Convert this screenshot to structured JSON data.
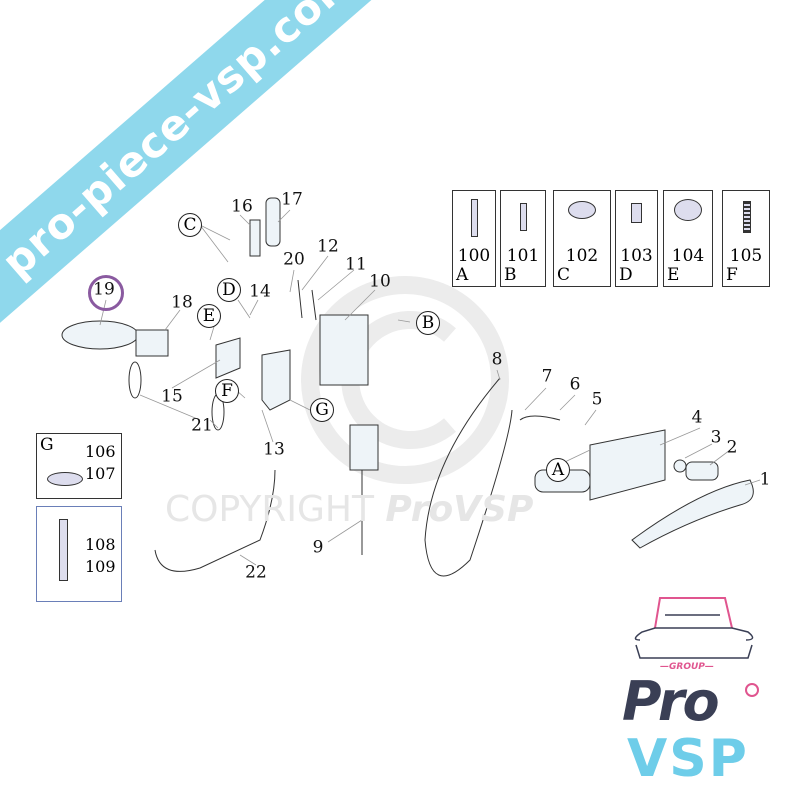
{
  "watermark": {
    "url": "pro-piece-vsp.com",
    "copyright": "COPYRIGHT",
    "brand": "ProVSP"
  },
  "part_labels": [
    "1",
    "2",
    "3",
    "4",
    "5",
    "6",
    "7",
    "8",
    "9",
    "10",
    "11",
    "12",
    "13",
    "14",
    "15",
    "16",
    "17",
    "18",
    "19",
    "20",
    "21",
    "22"
  ],
  "fastener_refs": {
    "A": "A",
    "B": "B",
    "C": "C",
    "D": "D",
    "E": "E",
    "F": "F",
    "G": "G"
  },
  "fastener_table": [
    {
      "number": "100",
      "letter": "A"
    },
    {
      "number": "101",
      "letter": "B"
    },
    {
      "number": "102",
      "letter": "C"
    },
    {
      "number": "103",
      "letter": "D"
    },
    {
      "number": "104",
      "letter": "E"
    },
    {
      "number": "105",
      "letter": "F"
    }
  ],
  "side_boxes": [
    {
      "letter": "G",
      "numbers": [
        "106",
        "107"
      ]
    },
    {
      "letter": "",
      "numbers": [
        "108",
        "109"
      ]
    }
  ],
  "logo": {
    "group": "—GROUP—",
    "pro": "Pro",
    "vsp": "VSP"
  },
  "colors": {
    "banner": "#8fd8ec",
    "logo_dark": "#3a3f55",
    "logo_pink": "#e0558f",
    "logo_blue": "#6ecde9"
  }
}
